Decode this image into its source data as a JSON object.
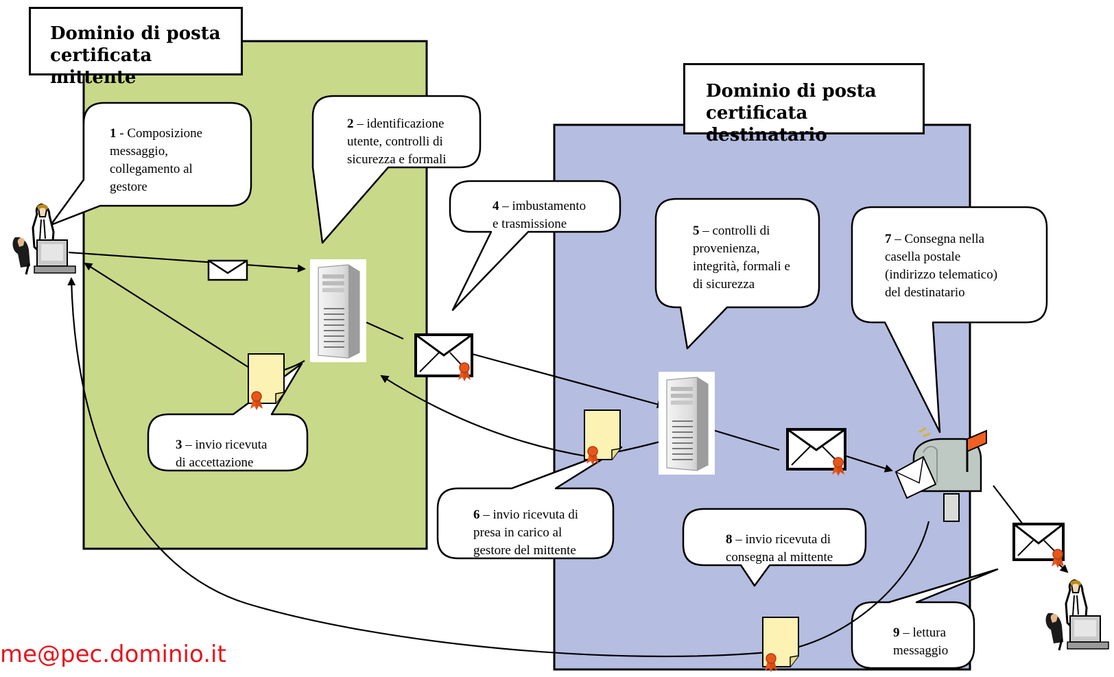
{
  "domains": {
    "sender_title_line1": "Dominio di posta",
    "sender_title_line2": "certificata mittente",
    "recipient_title_line1": "Dominio di posta",
    "recipient_title_line2": "certificata destinatario"
  },
  "steps": {
    "s1": {
      "num": "1",
      "text": [
        "1 - Composizione",
        "messaggio,",
        "collegamento al",
        "gestore"
      ]
    },
    "s2": {
      "num": "2",
      "text": [
        "2 – identificazione",
        "utente, controlli di",
        "sicurezza e formali"
      ]
    },
    "s3": {
      "num": "3",
      "text": [
        "3 – invio ricevuta",
        "di accettazione"
      ]
    },
    "s4": {
      "num": "4",
      "text": [
        "4 – imbustamento",
        "e trasmissione"
      ]
    },
    "s5": {
      "num": "5",
      "text": [
        "5 – controlli di",
        "provenienza,",
        "integrità, formali e",
        "di sicurezza"
      ]
    },
    "s6": {
      "num": "6",
      "text": [
        "6 – invio ricevuta di",
        "presa in carico al",
        "gestore del mittente"
      ]
    },
    "s7": {
      "num": "7",
      "text": [
        "7 – Consegna nella",
        "casella postale",
        "(indirizzo telematico)",
        "del destinatario"
      ]
    },
    "s8": {
      "num": "8",
      "text": [
        "8 – invio ricevuta di",
        "consegna al mittente"
      ]
    },
    "s9": {
      "num": "9",
      "text": [
        "9 – lettura",
        "messaggio"
      ]
    }
  },
  "footer": {
    "address": "me@pec.dominio.it"
  },
  "colors": {
    "sender_domain": "#c9d98a",
    "recipient_domain": "#b5bde0",
    "receipt": "#fbf2b4",
    "seal": "#e8561c",
    "address": "#e8141c"
  }
}
